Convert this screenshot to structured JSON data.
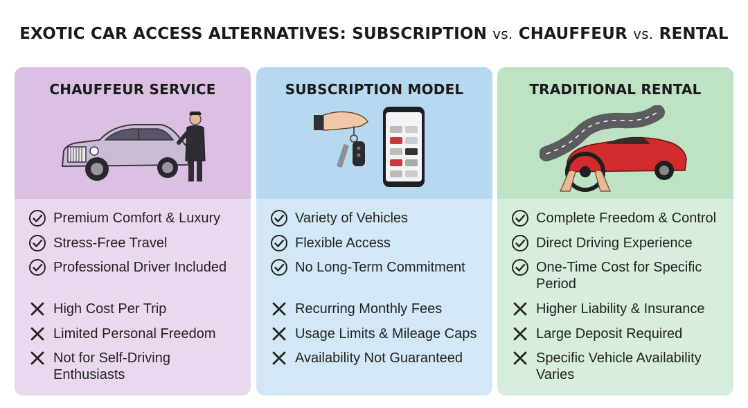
{
  "page": {
    "title_part1": "EXOTIC CAR ACCESS ALTERNATIVES: SUBSCRIPTION",
    "vs1": "vs.",
    "title_part2": "CHAUFFEUR",
    "vs2": "vs.",
    "title_part3": "RENTAL"
  },
  "colors": {
    "chauffeur_header": "#dcc0e3",
    "chauffeur_body": "#ead9ee",
    "subscription_header": "#b6d9f0",
    "subscription_body": "#d3e8f6",
    "rental_header": "#bde3c4",
    "rental_body": "#d6eedb"
  },
  "cards": [
    {
      "title": "CHAUFFEUR SERVICE",
      "illustration": "luxury-car-with-chauffeur",
      "pros": [
        "Premium Comfort & Luxury",
        "Stress-Free Travel",
        "Professional Driver Included"
      ],
      "cons": [
        "High Cost Per Trip",
        "Limited Personal Freedom",
        "Not for Self-Driving Enthusiasts"
      ]
    },
    {
      "title": "SUBSCRIPTION MODEL",
      "illustration": "car-keys-and-phone-app",
      "pros": [
        "Variety of Vehicles",
        "Flexible Access",
        "No Long-Term Commitment"
      ],
      "cons": [
        "Recurring Monthly Fees",
        "Usage Limits & Mileage Caps",
        "Availability Not Guaranteed"
      ]
    },
    {
      "title": "TRADITIONAL RENTAL",
      "illustration": "sports-car-on-winding-road",
      "pros": [
        "Complete Freedom & Control",
        "Direct Driving Experience",
        "One-Time Cost for Specific Period"
      ],
      "cons": [
        "Higher Liability & Insurance",
        "Large Deposit Required",
        "Specific Vehicle Availability Varies"
      ]
    }
  ]
}
